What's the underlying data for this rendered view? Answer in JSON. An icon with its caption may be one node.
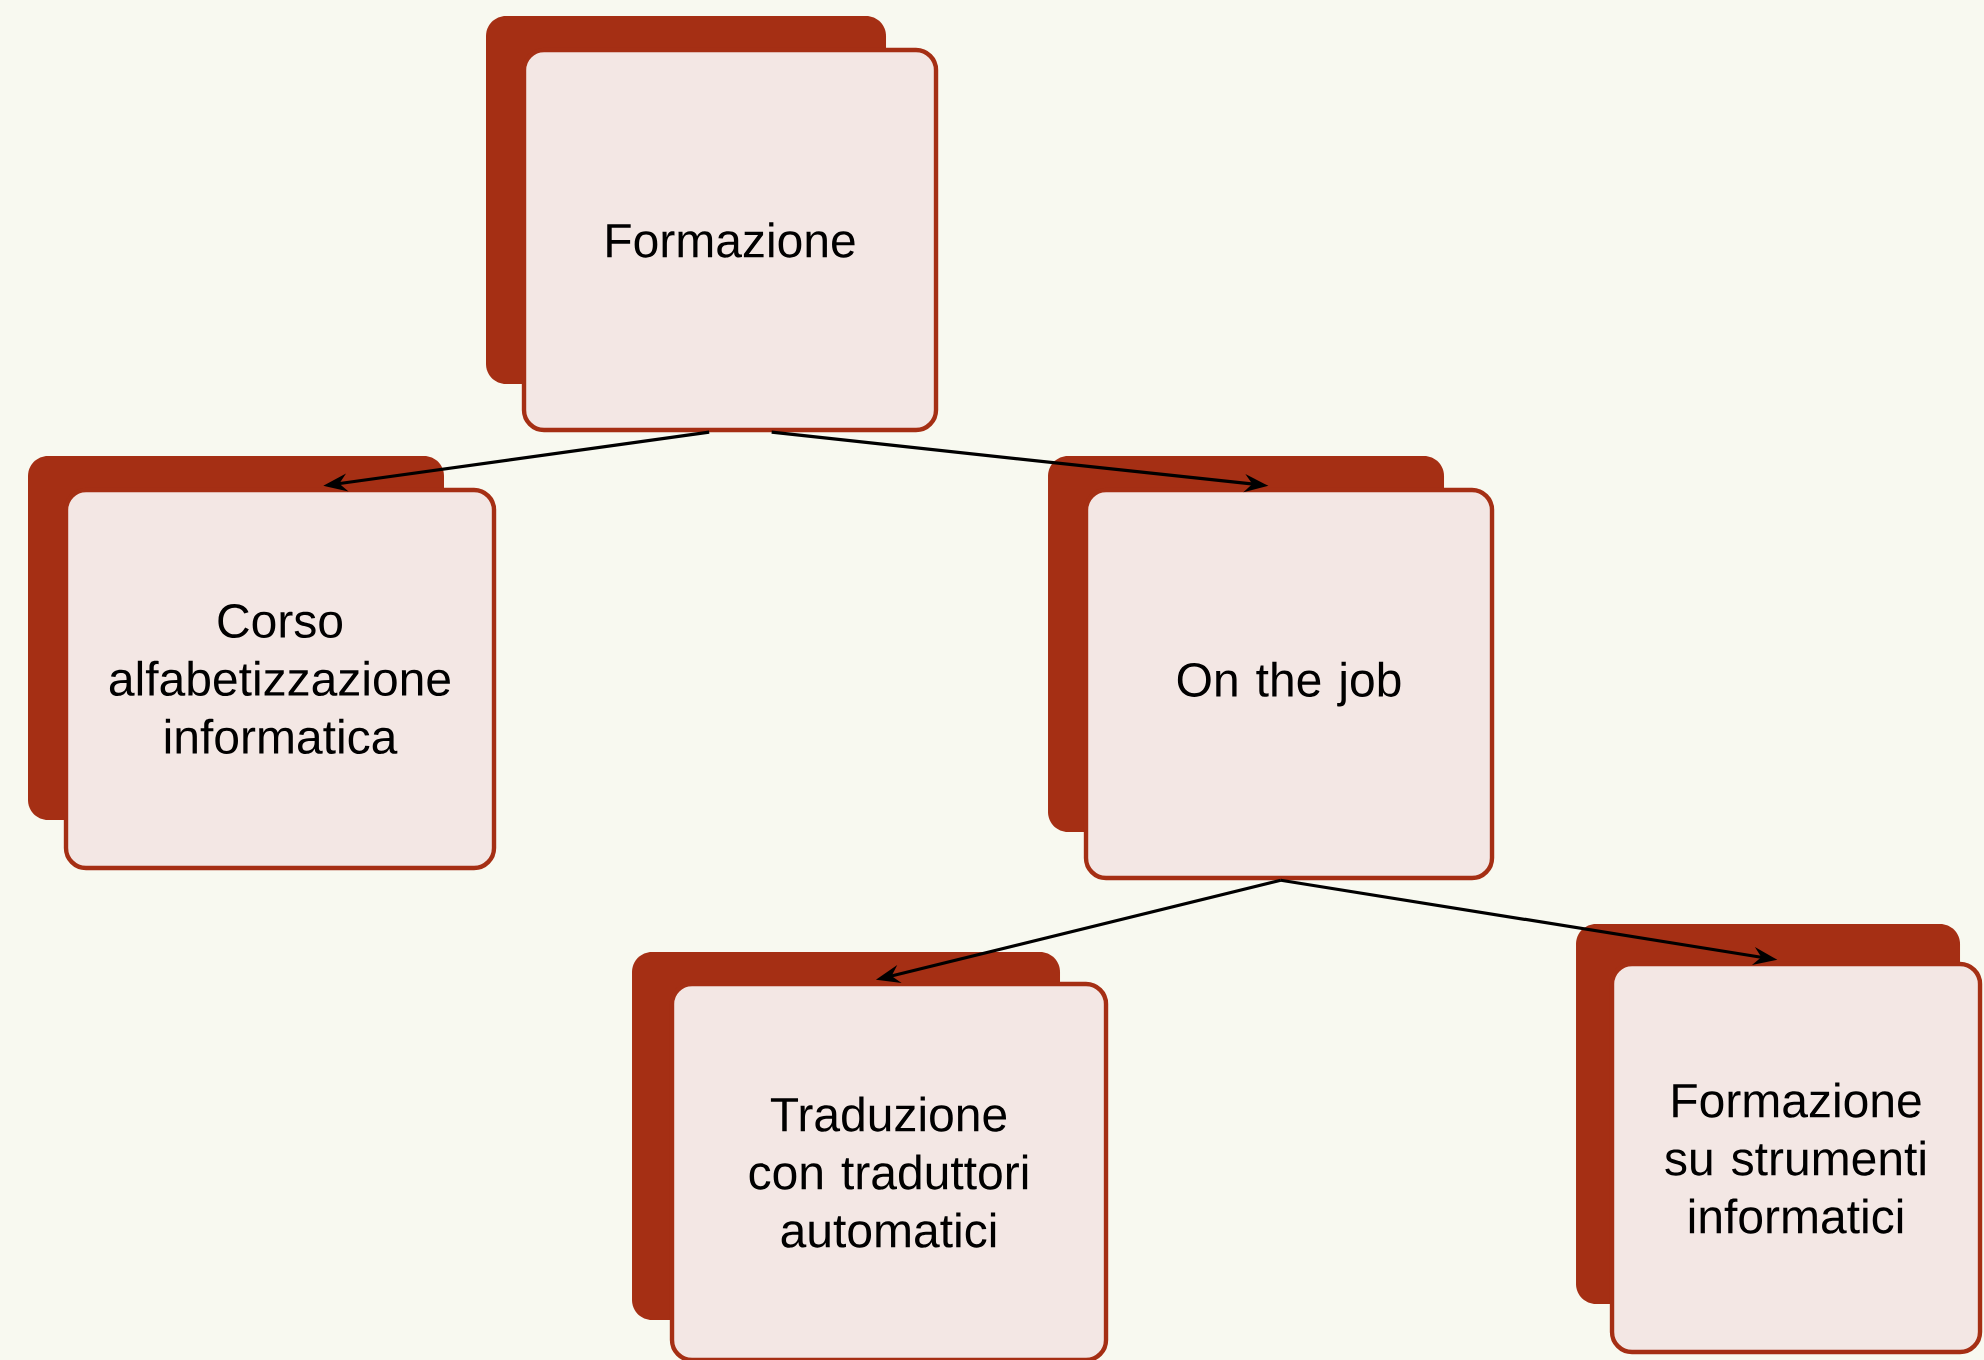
{
  "diagram": {
    "nodes": [
      {
        "text": [
          "Formazione"
        ]
      },
      {
        "text": [
          "Corso alfabetizzazione informatica"
        ]
      },
      {
        "text": [
          "On the job"
        ]
      },
      {
        "text": [
          "Traduzione con traduttori automatici"
        ]
      },
      {
        "text": [
          "Formazione su strumenti informatici"
        ]
      }
    ],
    "edges": [
      {
        "from": 0,
        "to": 1,
        "arrow": "to"
      },
      {
        "from": 0,
        "to": 2,
        "arrow": "to"
      },
      {
        "from": 2,
        "to": 3,
        "arrow": "to"
      },
      {
        "from": 2,
        "to": 4,
        "arrow": "to"
      }
    ]
  }
}
